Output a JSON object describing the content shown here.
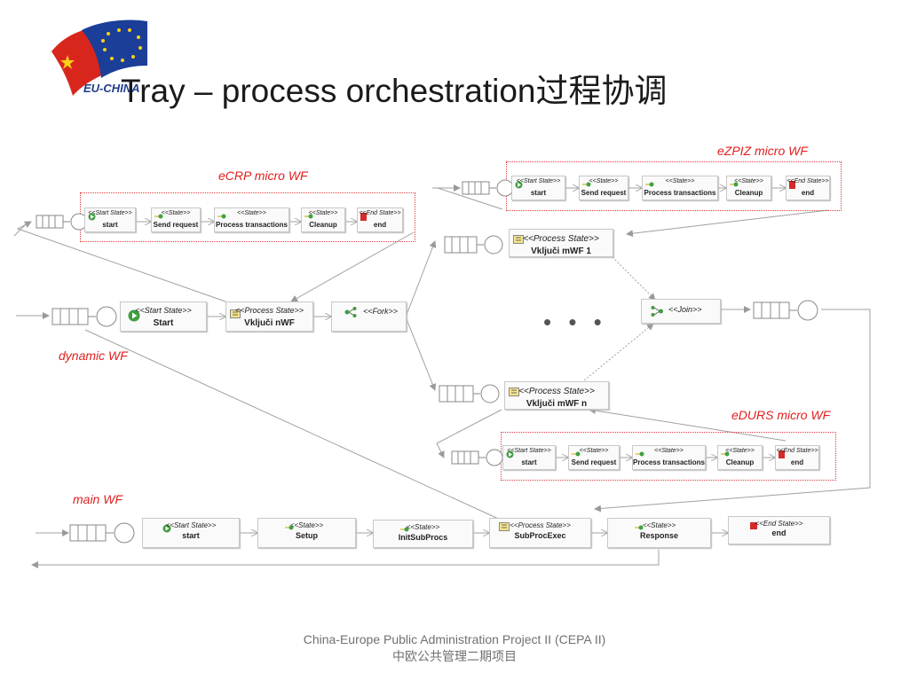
{
  "title": "Tray – process orchestration过程协调",
  "logo": {
    "text": "EU-CHINA"
  },
  "labels": {
    "ecrp": "eCRP micro WF",
    "ezpiz": "eZPIZ micro WF",
    "dynamic": "dynamic WF",
    "edurs": "eDURS micro WF",
    "main": "main WF"
  },
  "ellipsis": "• • •",
  "ecrp_nodes": [
    {
      "stereotype": "<<Start State>>",
      "name": "start"
    },
    {
      "stereotype": "<<State>>",
      "name": "Send request"
    },
    {
      "stereotype": "<<State>>",
      "name": "Process transactions"
    },
    {
      "stereotype": "<<State>>",
      "name": "Cleanup"
    },
    {
      "stereotype": "<<End State>>",
      "name": "end"
    }
  ],
  "ezpiz_nodes": [
    {
      "stereotype": "<<Start State>>",
      "name": "start"
    },
    {
      "stereotype": "<<State>>",
      "name": "Send request"
    },
    {
      "stereotype": "<<State>>",
      "name": "Process transactions"
    },
    {
      "stereotype": "<<State>>",
      "name": "Cleanup"
    },
    {
      "stereotype": "<<End State>>",
      "name": "end"
    }
  ],
  "edurs_nodes": [
    {
      "stereotype": "<<Start State>>",
      "name": "start"
    },
    {
      "stereotype": "<<State>>",
      "name": "Send request"
    },
    {
      "stereotype": "<<State>>",
      "name": "Process transactions"
    },
    {
      "stereotype": "<<State>>",
      "name": "Cleanup"
    },
    {
      "stereotype": "<<End State>>",
      "name": "end"
    }
  ],
  "dynamic_nodes": [
    {
      "stereotype": "<<Start State>>",
      "name": "Start"
    },
    {
      "stereotype": "<<Process State>>",
      "name": "Vključi nWF"
    },
    {
      "stereotype": "<<Fork>>",
      "name": ""
    }
  ],
  "process_nodes": [
    {
      "stereotype": "<<Process State>>",
      "name": "Vključi mWF 1"
    },
    {
      "stereotype": "<<Process State>>",
      "name": "Vključi mWF n"
    }
  ],
  "join_node": {
    "stereotype": "<<Join>>"
  },
  "main_nodes": [
    {
      "stereotype": "<<Start State>>",
      "name": "start"
    },
    {
      "stereotype": "<<State>>",
      "name": "Setup"
    },
    {
      "stereotype": "<<State>>",
      "name": "InitSubProcs"
    },
    {
      "stereotype": "<<Process State>>",
      "name": "SubProcExec"
    },
    {
      "stereotype": "<<State>>",
      "name": "Response"
    },
    {
      "stereotype": "<<End State>>",
      "name": "end"
    }
  ],
  "footer": {
    "line1": "China-Europe Public Administration Project II (CEPA II)",
    "line2": "中欧公共管理二期项目"
  },
  "colors": {
    "label_red": "#e21e1e",
    "arrow_gray": "#999999",
    "title": "#1a1a1a",
    "footer": "#707070"
  }
}
